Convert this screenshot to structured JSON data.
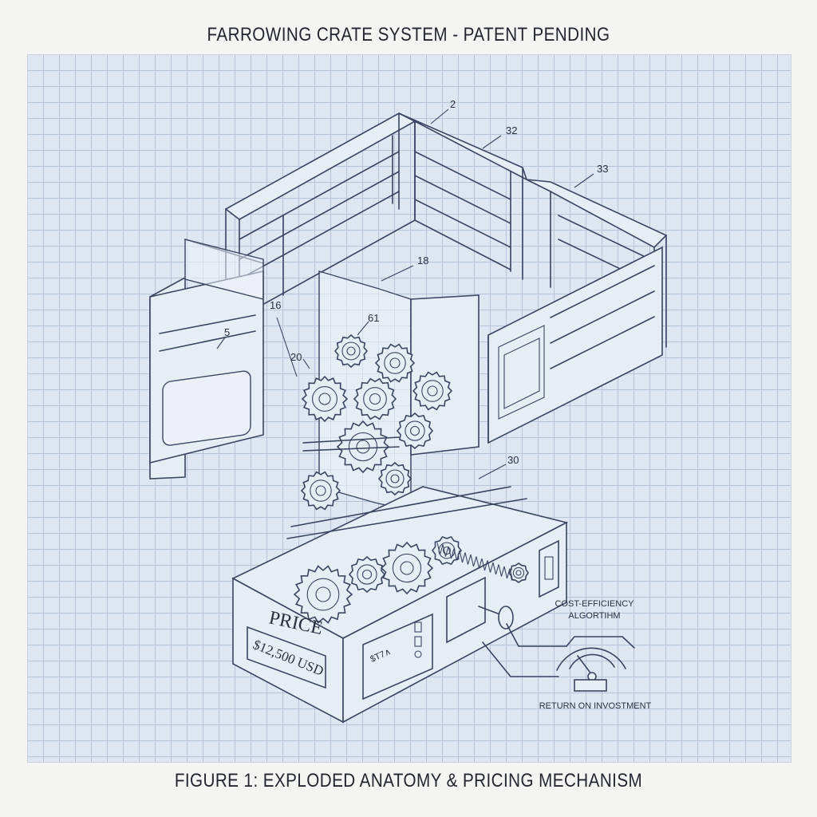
{
  "header": {
    "title": "FARROWING CRATE SYSTEM - PATENT PENDING"
  },
  "footer": {
    "caption": "FIGURE 1: EXPLODED ANATOMY & PRICING MECHANISM"
  },
  "callouts": [
    "2",
    "32",
    "33",
    "18",
    "61",
    "16",
    "5",
    "20",
    "30"
  ],
  "price_panel": {
    "label": "PRICE",
    "value": "$12,500 USD",
    "display": "$T7∧"
  },
  "gauge": {
    "top_label_line1": "COST-EFFICIENCY",
    "top_label_line2": "ALGORTIHM",
    "bottom_label": "RETURN ON INVOSTMENT"
  },
  "colors": {
    "grid_background": "#dde6f1",
    "grid_lines": "#b7c5d8",
    "ink": "#3a4560"
  }
}
